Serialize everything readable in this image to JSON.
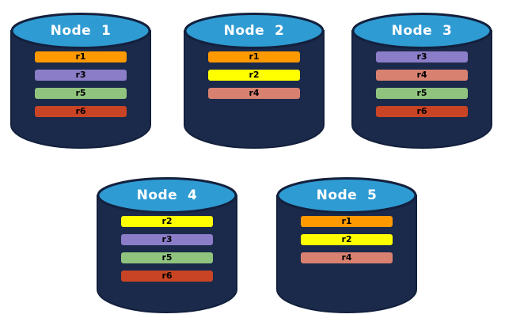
{
  "diagram": {
    "description": "Five database nodes with replica placement",
    "background": "#ffffff"
  },
  "colors": {
    "cylinder_body": "#1B2A4A",
    "cylinder_outline": "#13203D",
    "cylinder_top": "#2F9BD3",
    "title_text": "#ffffff",
    "bar_text": "#000000"
  },
  "replica_colors": {
    "r1": "#FF9900",
    "r2": "#FFFF00",
    "r3": "#8B7DC8",
    "r4": "#D98170",
    "r5": "#90C47E",
    "r6": "#C94424"
  },
  "icons": {
    "database_cylinder": "database-cylinder-icon"
  },
  "nodes": [
    {
      "label": "Node  1",
      "replicas": [
        "r1",
        "r3",
        "r5",
        "r6"
      ]
    },
    {
      "label": "Node  2",
      "replicas": [
        "r1",
        "r2",
        "r4"
      ]
    },
    {
      "label": "Node  3",
      "replicas": [
        "r3",
        "r4",
        "r5",
        "r6"
      ]
    },
    {
      "label": "Node  4",
      "replicas": [
        "r2",
        "r3",
        "r5",
        "r6"
      ]
    },
    {
      "label": "Node  5",
      "replicas": [
        "r1",
        "r2",
        "r4"
      ]
    }
  ]
}
